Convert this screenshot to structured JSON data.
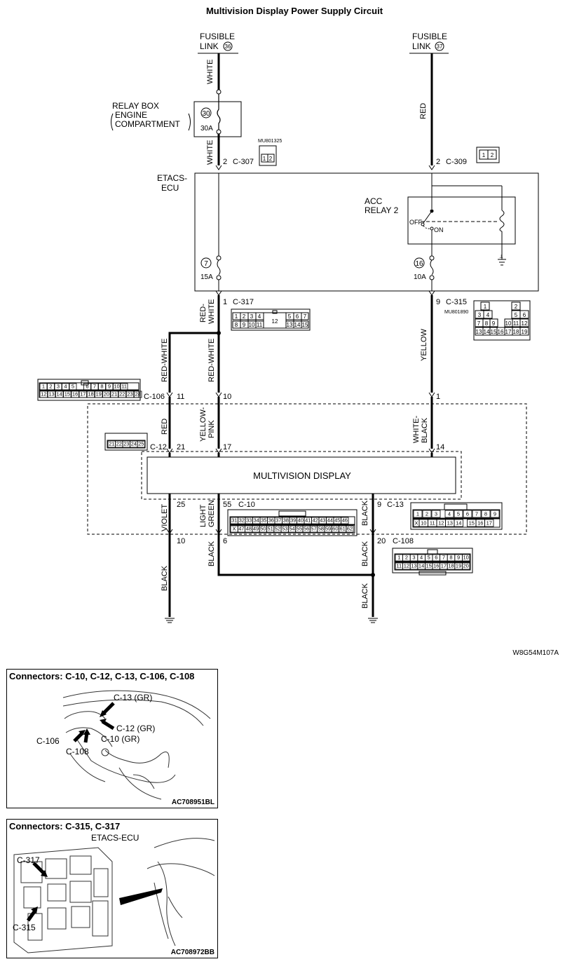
{
  "title": "Multivision Display Power Supply Circuit",
  "fusible_link_36": {
    "line1": "FUSIBLE",
    "line2": "LINK",
    "num": "36"
  },
  "fusible_link_37": {
    "line1": "FUSIBLE",
    "line2": "LINK",
    "num": "37"
  },
  "relay_box": {
    "line1": "RELAY BOX",
    "line2": "ENGINE",
    "line3": "COMPARTMENT",
    "fuse_num": "30",
    "fuse_rating": "30A"
  },
  "etacs": {
    "line1": "ETACS-",
    "line2": "ECU",
    "fuse7_num": "7",
    "fuse7_rating": "15A",
    "fuse16_num": "16",
    "fuse16_rating": "10A"
  },
  "acc_relay": {
    "line1": "ACC",
    "line2": "RELAY 2",
    "off": "OFF",
    "on": "ON"
  },
  "wires": {
    "white_a": "WHITE",
    "white_b": "WHITE",
    "red": "RED",
    "red_white_a1": "RED-",
    "red_white_a2": "WHITE",
    "red_white_b": "RED-WHITE",
    "red_white_c": "RED-WHITE",
    "yellow": "YELLOW",
    "red_c12": "RED",
    "yellow_pink1": "YELLOW-",
    "yellow_pink2": "PINK",
    "white_black1": "WHITE-",
    "white_black2": "BLACK",
    "violet": "VIOLET",
    "light_green1": "LIGHT",
    "light_green2": "GREEN",
    "black_c13": "BLACK",
    "black_left": "BLACK",
    "black_mid": "BLACK",
    "black_right_a": "BLACK",
    "black_right_b": "BLACK"
  },
  "connectors": {
    "c307": {
      "pin": "2",
      "name": "C-307",
      "part": "MU801325",
      "pins": [
        "1",
        "2"
      ]
    },
    "c309": {
      "pin": "2",
      "name": "C-309",
      "pins": [
        "1",
        "2"
      ]
    },
    "c317": {
      "pin": "1",
      "name": "C-317",
      "pins": [
        "1",
        "2",
        "3",
        "4",
        "5",
        "6",
        "7",
        "8",
        "9",
        "10",
        "11",
        "12",
        "13",
        "14",
        "15"
      ]
    },
    "c315": {
      "pin": "9",
      "name": "C-315",
      "part": "MU801890",
      "pins": [
        "1",
        "2",
        "3",
        "4",
        "5",
        "6",
        "7",
        "8",
        "9",
        "10",
        "11",
        "12",
        "13",
        "14",
        "15",
        "16",
        "17",
        "18",
        "19"
      ]
    },
    "c106": {
      "name": "C-106",
      "pin_red_white": "11",
      "pins": [
        "1",
        "2",
        "3",
        "4",
        "5",
        "6",
        "7",
        "8",
        "9",
        "10",
        "11",
        "12",
        "13",
        "14",
        "15",
        "16",
        "17",
        "18",
        "19",
        "20",
        "21",
        "22",
        "23",
        "24"
      ]
    },
    "c12": {
      "name": "C-12",
      "pin_red": "21",
      "pins": [
        "21",
        "22",
        "23",
        "24",
        "25"
      ]
    },
    "c10": {
      "name": "C-10",
      "pin_light_green": "55",
      "pin_10": "10",
      "pin_17": "17",
      "pins_top": [
        "31",
        "32",
        "33",
        "34",
        "35",
        "36",
        "37",
        "38",
        "39",
        "40",
        "41",
        "42",
        "43",
        "44",
        "45",
        "46"
      ],
      "pins_bottom": [
        "X",
        "47",
        "48",
        "49",
        "50",
        "51",
        "52",
        "53",
        "54",
        "55",
        "56",
        "57",
        "58",
        "59",
        "60",
        "61",
        "62"
      ]
    },
    "c13": {
      "name": "C-13",
      "pin_black": "9",
      "pin_1": "1",
      "pin_14": "14",
      "pin_violet": "25",
      "x": "X",
      "pins": [
        "1",
        "2",
        "3",
        "4",
        "5",
        "6",
        "7",
        "8",
        "9",
        "10",
        "11",
        "12",
        "13",
        "14",
        "15",
        "16",
        "17"
      ]
    },
    "c108": {
      "name": "C-108",
      "pin_black": "20",
      "pin_6": "6",
      "pin_10": "10",
      "pins": [
        "1",
        "2",
        "3",
        "4",
        "5",
        "6",
        "7",
        "8",
        "9",
        "10",
        "11",
        "12",
        "13",
        "14",
        "15",
        "16",
        "17",
        "18",
        "19",
        "20"
      ]
    }
  },
  "display": {
    "label": "MULTIVISION DISPLAY"
  },
  "figure_code": "W8G54M107A",
  "figure1": {
    "title": "Connectors: C-10, C-12, C-13, C-106, C-108",
    "code": "AC708951BL",
    "labels": {
      "c13": "C-13 (GR)",
      "c12": "C-12 (GR)",
      "c10": "C-10 (GR)",
      "c106": "C-106",
      "c108": "C-108"
    }
  },
  "figure2": {
    "title": "Connectors: C-315, C-317",
    "subtitle": "ETACS-ECU",
    "code": "AC708972BB",
    "labels": {
      "c317": "C-317",
      "c315": "C-315"
    }
  }
}
